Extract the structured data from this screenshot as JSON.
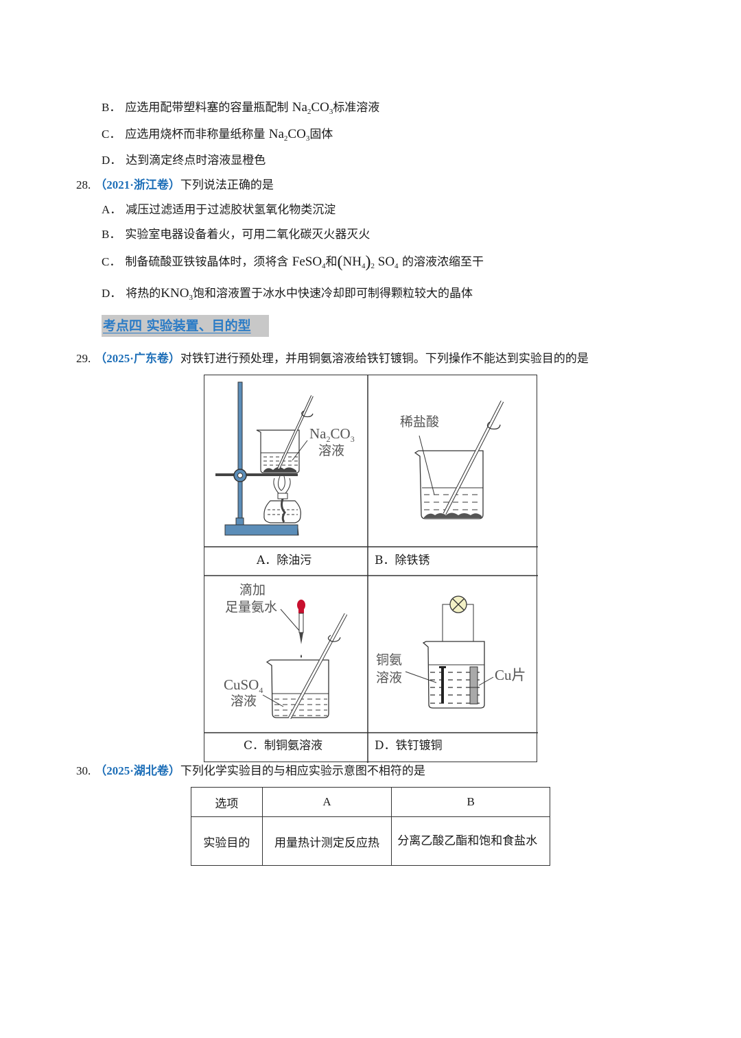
{
  "q27_tail": {
    "options": [
      {
        "letter": "B．",
        "text_before": "应选用配带塑料塞的容量瓶配制",
        "formula": "Na2CO3",
        "text_after": "标准溶液"
      },
      {
        "letter": "C．",
        "text_before": "应选用烧杯而非称量纸称量",
        "formula": "Na2CO3",
        "text_after": "固体"
      },
      {
        "letter": "D．",
        "text": "达到滴定终点时溶液显橙色"
      }
    ]
  },
  "q28": {
    "number": "28.",
    "source": "（2021·浙江卷）",
    "stem": "下列说法正确的是",
    "options": [
      {
        "letter": "A．",
        "text": "减压过滤适用于过滤胶状氢氧化物类沉淀"
      },
      {
        "letter": "B．",
        "text": "实验室电器设备着火，可用二氧化碳灭火器灭火"
      },
      {
        "letter": "C．",
        "text_before": "制备硫酸亚铁铵晶体时，须将含",
        "formula1": "FeSO4",
        "mid": "和",
        "formula2": "(NH4)2SO4",
        "text_after": "的溶液浓缩至干"
      },
      {
        "letter": "D．",
        "text_before": "将热的",
        "formula": "KNO3",
        "text_after": "饱和溶液置于冰水中快速冷却即可制得颗粒较大的晶体"
      }
    ]
  },
  "section": {
    "title": "考点四  实验装置、目的型",
    "highlight_color": "#c8c8c8",
    "text_color": "#2a7bc6"
  },
  "q29": {
    "number": "29.",
    "source": "（2025·广东卷）",
    "stem": "对铁钉进行预处理，并用铜氨溶液给铁钉镀铜。下列操作不能达到实验目的的是",
    "figures": [
      {
        "id": "A",
        "caption": "A．除油污",
        "labels": [
          "Na2CO3",
          "溶液"
        ]
      },
      {
        "id": "B",
        "caption": "B．除铁锈",
        "labels": [
          "稀盐酸"
        ]
      },
      {
        "id": "C",
        "caption": "C．制铜氨溶液",
        "labels": [
          "滴加",
          "足量氨水",
          "CuSO4",
          "溶液"
        ]
      },
      {
        "id": "D",
        "caption": "D．铁钉镀铜",
        "labels": [
          "铜氨",
          "溶液",
          "Cu片"
        ]
      }
    ]
  },
  "q30": {
    "number": "30.",
    "source": "（2025·湖北卷）",
    "stem": "下列化学实验目的与相应实验示意图不相符的是",
    "table": {
      "header": [
        "选项",
        "A",
        "B"
      ],
      "rows": [
        [
          "实验目的",
          "用量热计测定反应热",
          "分离乙酸乙酯和饱和食盐水"
        ]
      ]
    }
  },
  "colors": {
    "source_blue": "#1e6fb8",
    "apparatus_blue": "#5b8db8",
    "dropper_red": "#c8102e",
    "bulb_fill": "#f3f1c6"
  }
}
